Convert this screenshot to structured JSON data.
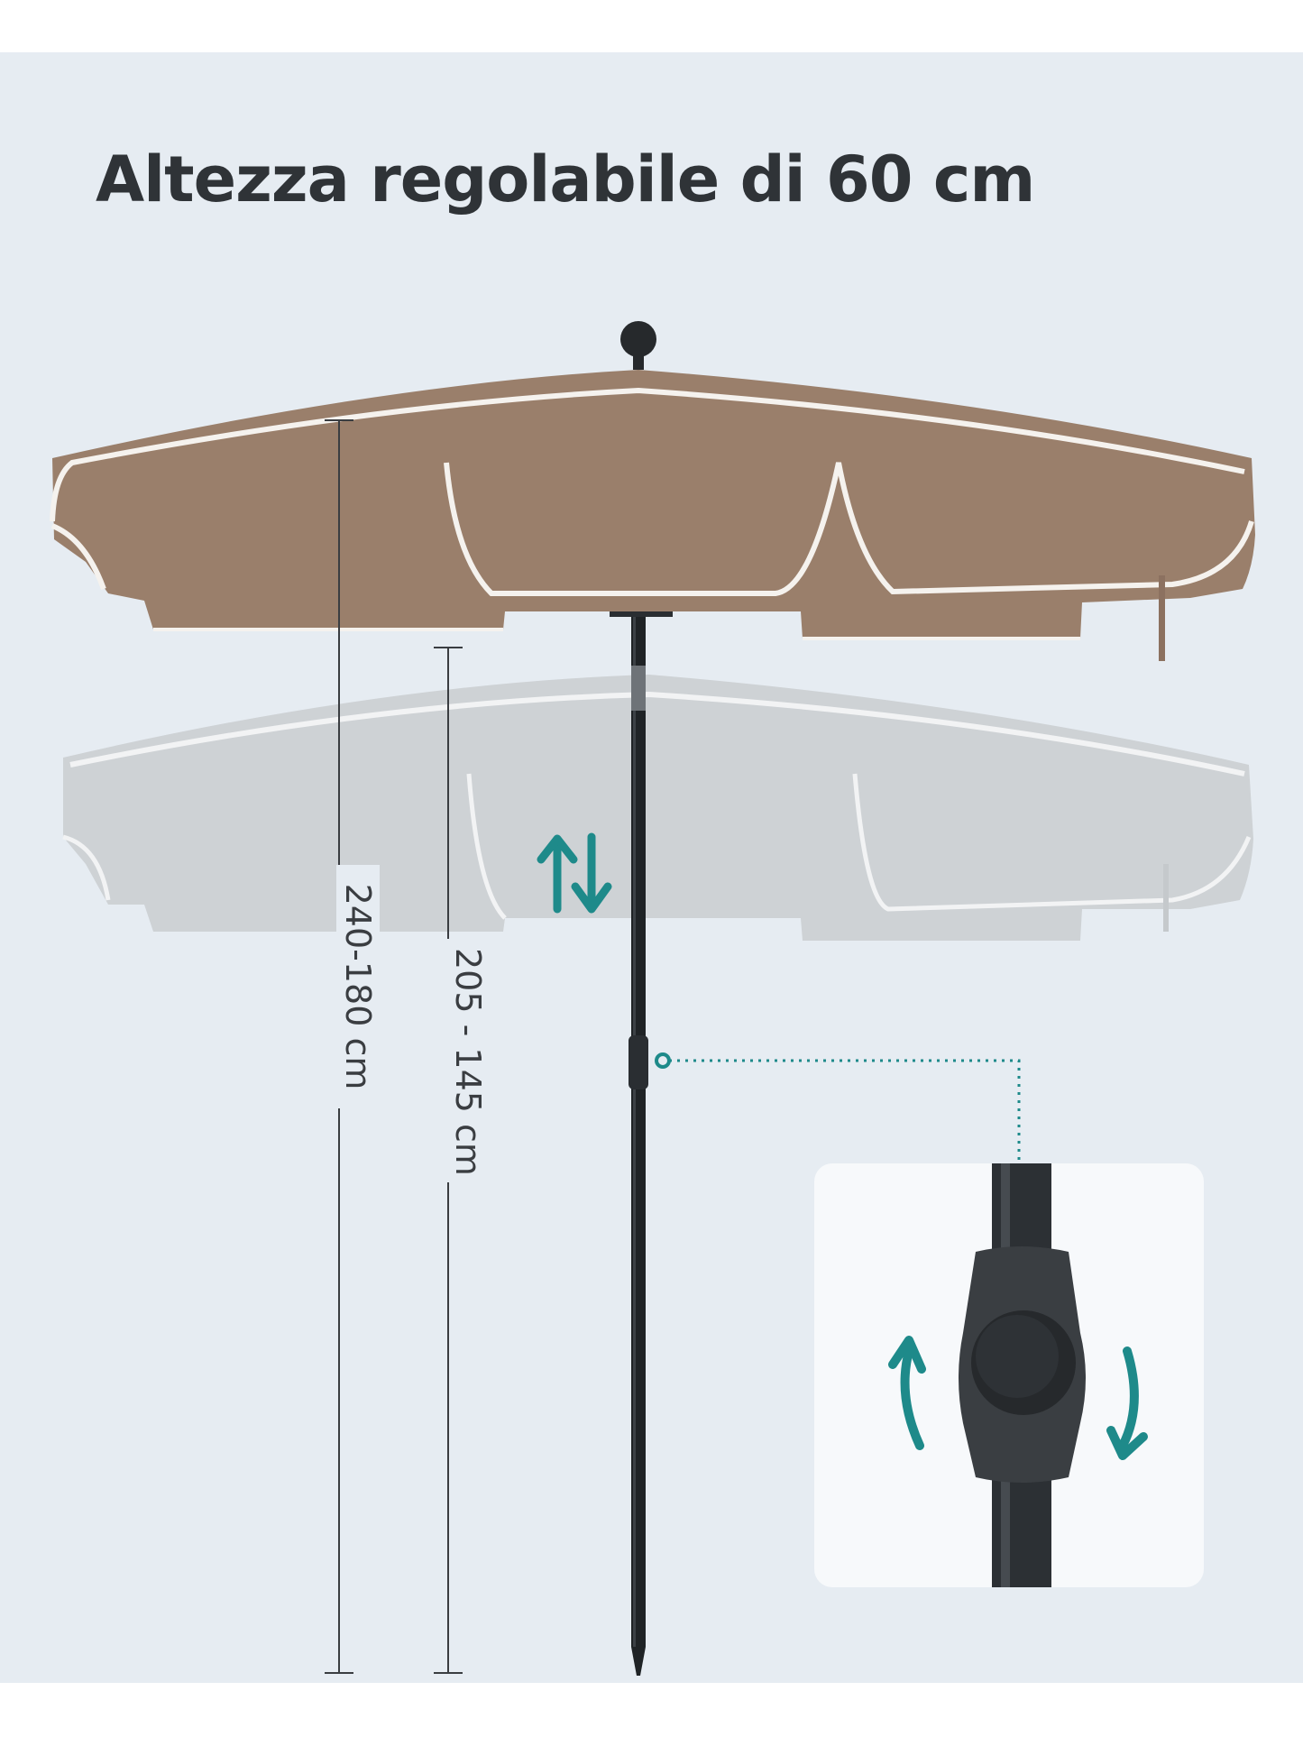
{
  "headline": "Altezza regolabile di 60 cm",
  "dimensions": {
    "outer_height": "240-180 cm",
    "inner_height": "205 - 145 cm"
  },
  "colors": {
    "background": "#e6ecf2",
    "canopy": "#9a7f6b",
    "canopy_piping": "#f5f2ee",
    "ghost_canopy": "#cfd3d6",
    "pole": "#1f2326",
    "accent_arrows": "#1e8a8a"
  },
  "icons": {
    "height_adjust": "up-down-arrows-icon",
    "tilt_rotate": "rotate-arrows-icon"
  }
}
